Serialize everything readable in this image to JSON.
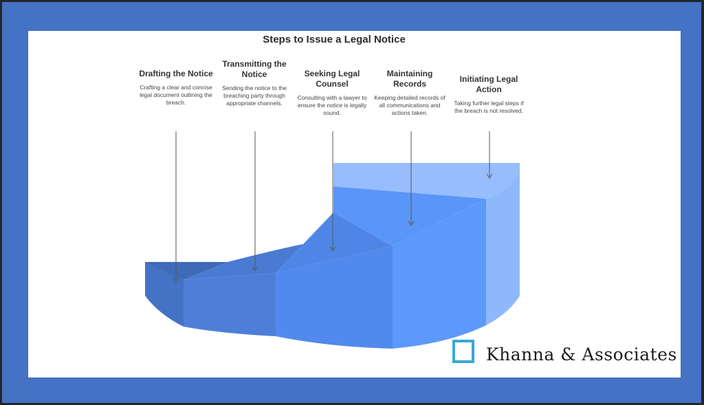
{
  "title": "Steps to Issue a Legal Notice",
  "steps": [
    {
      "title": "Drafting the Notice",
      "desc": "Crafting a clear and concise legal document outlining the breach.",
      "color": "#4472c4"
    },
    {
      "title": "Transmitting the Notice",
      "desc": "Sending the notice to the breaching party through appropriate channels.",
      "color": "#4d7fd9"
    },
    {
      "title": "Seeking Legal Counsel",
      "desc": "Consulting with a lawyer to ensure the notice is legally sound.",
      "color": "#5289ec"
    },
    {
      "title": "Maintaining Records",
      "desc": "Keeping detailed records of all communications and actions taken.",
      "color": "#5c99fb"
    },
    {
      "title": "Initiating Legal Action",
      "desc": "Taking further legal steps if the breach is not resolved.",
      "color": "#94bcff"
    }
  ],
  "logo": {
    "text": "Khanna & Associates",
    "box_color": "#3aa7d9"
  },
  "colors": {
    "frame": "#4472c4",
    "background": "#ffffff"
  }
}
